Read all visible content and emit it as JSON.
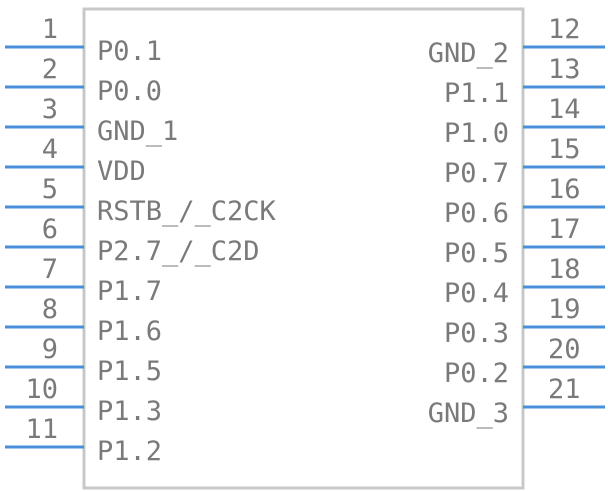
{
  "colors": {
    "body_outline": "#c8c8c8",
    "pin_line": "#4a8fdc",
    "text": "#7a7a7a",
    "background": "#ffffff"
  },
  "left_pins": [
    {
      "number": "1",
      "name": "P0.1"
    },
    {
      "number": "2",
      "name": "P0.0"
    },
    {
      "number": "3",
      "name": "GND_1"
    },
    {
      "number": "4",
      "name": "VDD"
    },
    {
      "number": "5",
      "name": "RSTB_/_C2CK"
    },
    {
      "number": "6",
      "name": "P2.7_/_C2D"
    },
    {
      "number": "7",
      "name": "P1.7"
    },
    {
      "number": "8",
      "name": "P1.6"
    },
    {
      "number": "9",
      "name": "P1.5"
    },
    {
      "number": "10",
      "name": "P1.3"
    },
    {
      "number": "11",
      "name": "P1.2"
    }
  ],
  "right_pins": [
    {
      "number": "12",
      "name": "GND_2"
    },
    {
      "number": "13",
      "name": "P1.1"
    },
    {
      "number": "14",
      "name": "P1.0"
    },
    {
      "number": "15",
      "name": "P0.7"
    },
    {
      "number": "16",
      "name": "P0.6"
    },
    {
      "number": "17",
      "name": "P0.5"
    },
    {
      "number": "18",
      "name": "P0.4"
    },
    {
      "number": "19",
      "name": "P0.3"
    },
    {
      "number": "20",
      "name": "P0.2"
    },
    {
      "number": "21",
      "name": "GND_3"
    }
  ]
}
